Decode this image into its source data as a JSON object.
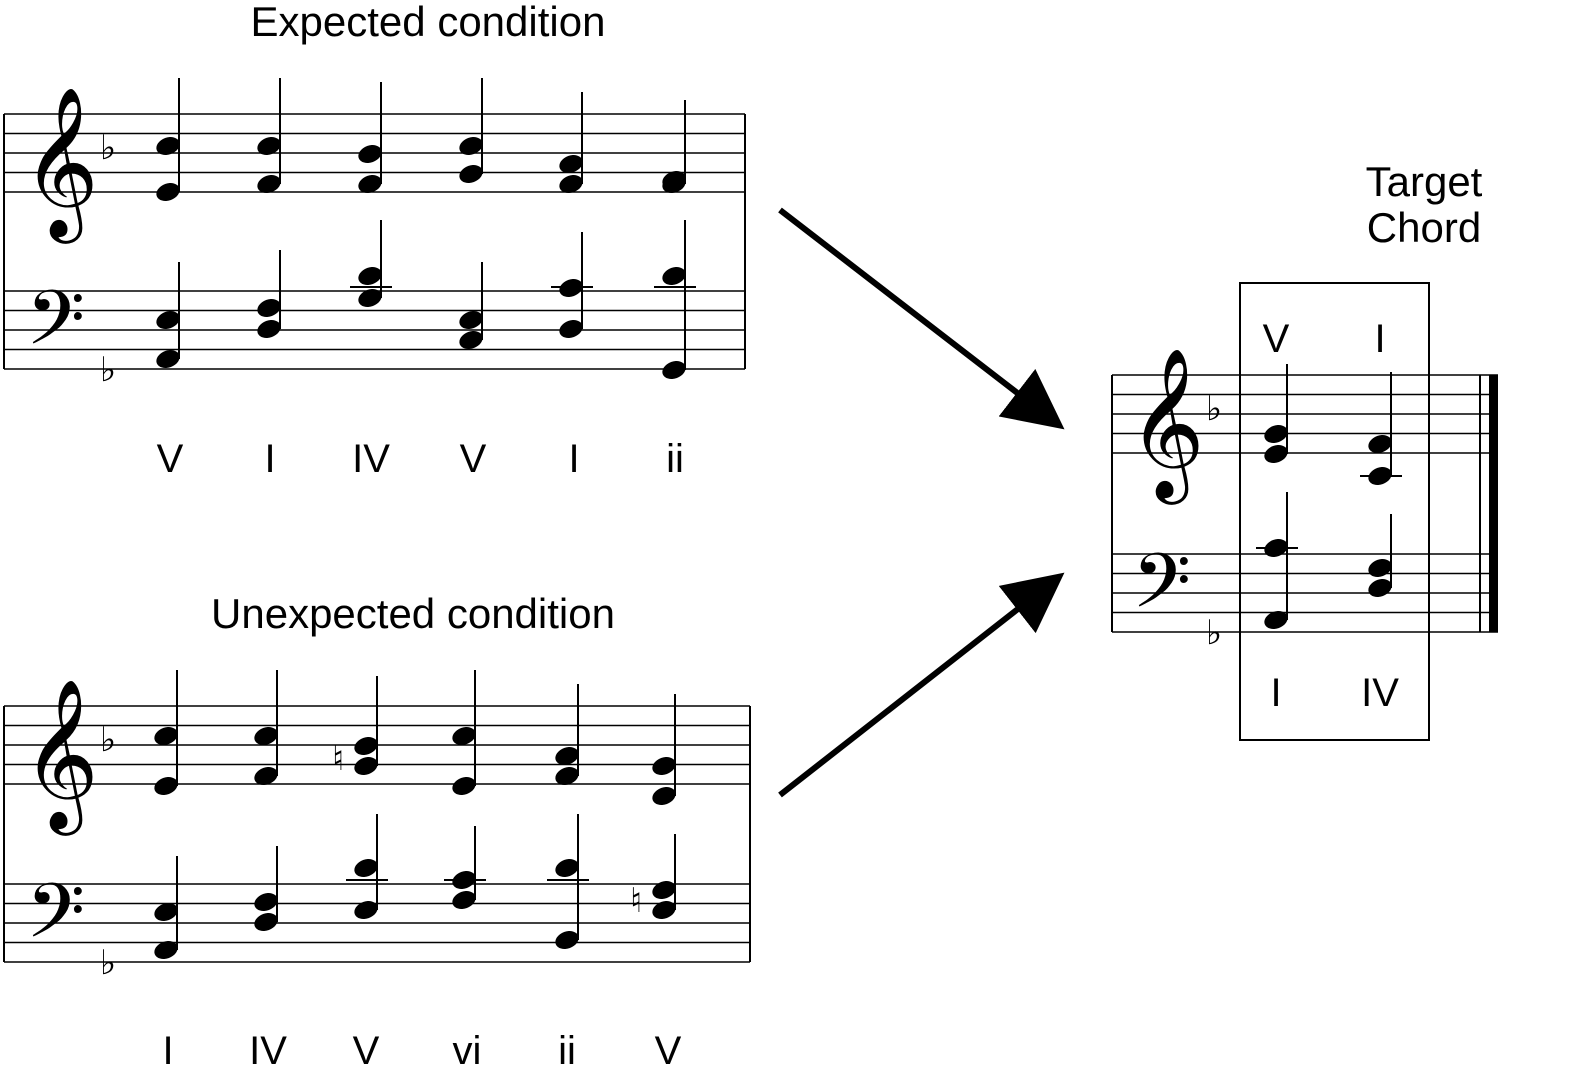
{
  "expected": {
    "title": "Expected condition",
    "labels": [
      "V",
      "I",
      "IV",
      "V",
      "I",
      "ii"
    ]
  },
  "unexpected": {
    "title": "Unexpected condition",
    "labels": [
      "I",
      "IV",
      "V",
      "vi",
      "ii",
      "V"
    ]
  },
  "target": {
    "title_line1": "Target",
    "title_line2": "Chord",
    "top_labels": [
      "V",
      "I"
    ],
    "bottom_labels": [
      "I",
      "IV"
    ]
  },
  "glyphs": {
    "treble_clef": "𝄞",
    "bass_clef": "𝄢",
    "flat": "♭",
    "natural": "♮"
  }
}
